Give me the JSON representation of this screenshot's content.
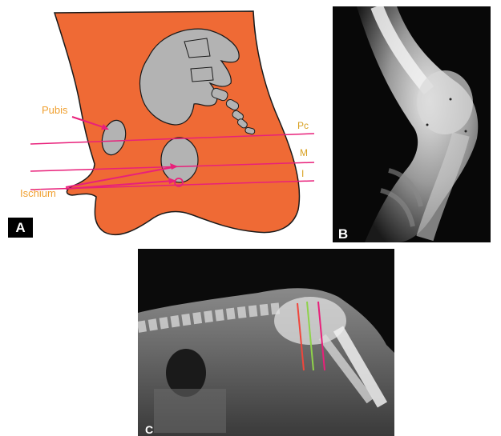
{
  "panels": {
    "a": {
      "letter": "A"
    },
    "b": {
      "letter": "B"
    },
    "c": {
      "letter": "C"
    }
  },
  "diagram_labels": {
    "pubis": "Pubis",
    "ischium": "Ischium"
  },
  "line_labels": {
    "pc": "Pc",
    "m": "M",
    "i": "I"
  },
  "colors": {
    "body_fill": "#ef6a35",
    "bone_fill": "#b3b3b3",
    "line_magenta": "#e8207a",
    "label_orange": "#f0a030",
    "line_green": "#8ed24a",
    "line_red": "#f0463c"
  }
}
